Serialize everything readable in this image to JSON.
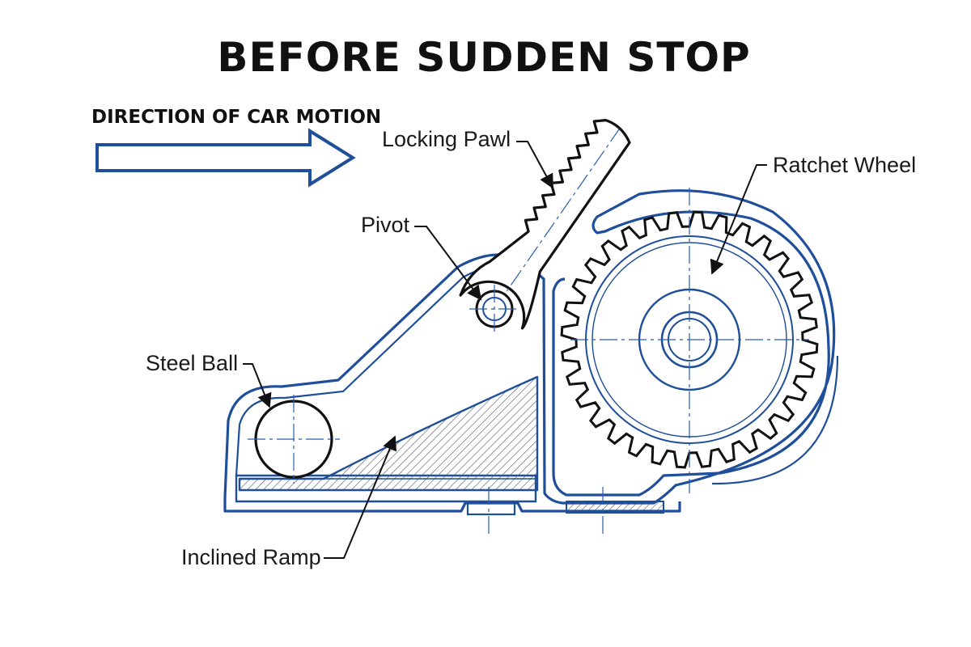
{
  "title": "BEFORE SUDDEN STOP",
  "direction_label": "DIRECTION OF CAR MOTION",
  "labels": {
    "locking_pawl": "Locking Pawl",
    "pivot": "Pivot",
    "ratchet_wheel": "Ratchet Wheel",
    "steel_ball": "Steel Ball",
    "inclined_ramp": "Inclined Ramp"
  },
  "colors": {
    "housing": "#1f4e9b",
    "ink": "#111111",
    "centerline": "#2a5db0",
    "hatch": "#5a6270",
    "background": "#ffffff"
  },
  "ratchet": {
    "teeth": 32
  }
}
